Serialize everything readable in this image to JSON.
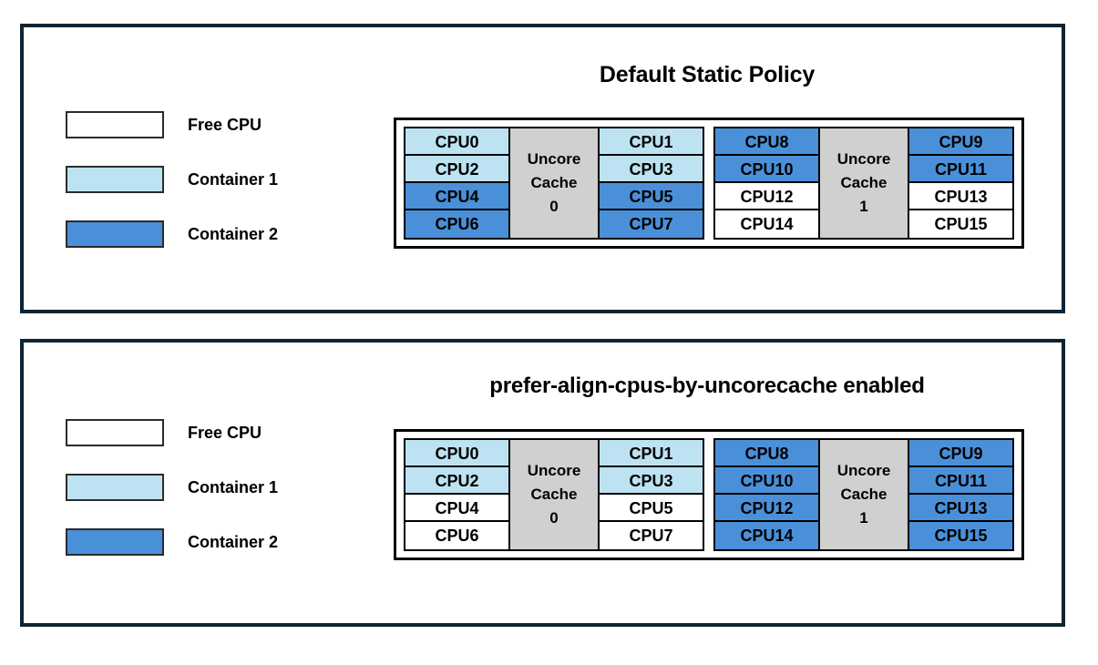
{
  "colors": {
    "free_cpu": "#ffffff",
    "container1": "#bde3f2",
    "container2": "#4a90d9",
    "uncore_cache": "#d0d0d0",
    "panel_border": "#0e2433",
    "cell_border": "#000000"
  },
  "legend": {
    "items": [
      {
        "label": "Free CPU",
        "fill": "free"
      },
      {
        "label": "Container 1",
        "fill": "c1"
      },
      {
        "label": "Container 2",
        "fill": "c2"
      }
    ]
  },
  "panels": [
    {
      "title": "Default Static Policy",
      "caches": [
        {
          "cache_label_line1": "Uncore",
          "cache_label_line2": "Cache",
          "cache_label_line3": "0",
          "left_column": [
            {
              "label": "CPU0",
              "fill": "c1"
            },
            {
              "label": "CPU2",
              "fill": "c1"
            },
            {
              "label": "CPU4",
              "fill": "c2"
            },
            {
              "label": "CPU6",
              "fill": "c2"
            }
          ],
          "right_column": [
            {
              "label": "CPU1",
              "fill": "c1"
            },
            {
              "label": "CPU3",
              "fill": "c1"
            },
            {
              "label": "CPU5",
              "fill": "c2"
            },
            {
              "label": "CPU7",
              "fill": "c2"
            }
          ]
        },
        {
          "cache_label_line1": "Uncore",
          "cache_label_line2": "Cache",
          "cache_label_line3": "1",
          "left_column": [
            {
              "label": "CPU8",
              "fill": "c2"
            },
            {
              "label": "CPU10",
              "fill": "c2"
            },
            {
              "label": "CPU12",
              "fill": "free"
            },
            {
              "label": "CPU14",
              "fill": "free"
            }
          ],
          "right_column": [
            {
              "label": "CPU9",
              "fill": "c2"
            },
            {
              "label": "CPU11",
              "fill": "c2"
            },
            {
              "label": "CPU13",
              "fill": "free"
            },
            {
              "label": "CPU15",
              "fill": "free"
            }
          ]
        }
      ]
    },
    {
      "title": "prefer-align-cpus-by-uncorecache enabled",
      "caches": [
        {
          "cache_label_line1": "Uncore",
          "cache_label_line2": "Cache",
          "cache_label_line3": "0",
          "left_column": [
            {
              "label": "CPU0",
              "fill": "c1"
            },
            {
              "label": "CPU2",
              "fill": "c1"
            },
            {
              "label": "CPU4",
              "fill": "free"
            },
            {
              "label": "CPU6",
              "fill": "free"
            }
          ],
          "right_column": [
            {
              "label": "CPU1",
              "fill": "c1"
            },
            {
              "label": "CPU3",
              "fill": "c1"
            },
            {
              "label": "CPU5",
              "fill": "free"
            },
            {
              "label": "CPU7",
              "fill": "free"
            }
          ]
        },
        {
          "cache_label_line1": "Uncore",
          "cache_label_line2": "Cache",
          "cache_label_line3": "1",
          "left_column": [
            {
              "label": "CPU8",
              "fill": "c2"
            },
            {
              "label": "CPU10",
              "fill": "c2"
            },
            {
              "label": "CPU12",
              "fill": "c2"
            },
            {
              "label": "CPU14",
              "fill": "c2"
            }
          ],
          "right_column": [
            {
              "label": "CPU9",
              "fill": "c2"
            },
            {
              "label": "CPU11",
              "fill": "c2"
            },
            {
              "label": "CPU13",
              "fill": "c2"
            },
            {
              "label": "CPU15",
              "fill": "c2"
            }
          ]
        }
      ]
    }
  ]
}
